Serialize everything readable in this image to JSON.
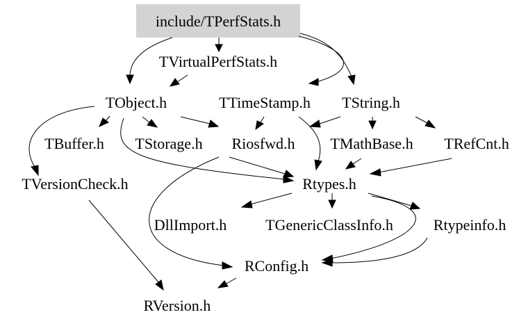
{
  "diagram": {
    "highlight_fill": "#d3d3d3",
    "edge_color": "#000000",
    "nodes": {
      "root": "include/TPerfStats.h",
      "virtualperfstats": "TVirtualPerfStats.h",
      "tobject": "TObject.h",
      "ttimestamp": "TTimeStamp.h",
      "tstring": "TString.h",
      "tbuffer": "TBuffer.h",
      "tstorage": "TStorage.h",
      "riosfwd": "Riosfwd.h",
      "tmathbase": "TMathBase.h",
      "trefcnt": "TRefCnt.h",
      "tversioncheck": "TVersionCheck.h",
      "rtypes": "Rtypes.h",
      "dllimport": "DllImport.h",
      "tgenericclassinfo": "TGenericClassInfo.h",
      "rtypeinfo": "Rtypeinfo.h",
      "rconfig": "RConfig.h",
      "rversion": "RVersion.h"
    }
  }
}
